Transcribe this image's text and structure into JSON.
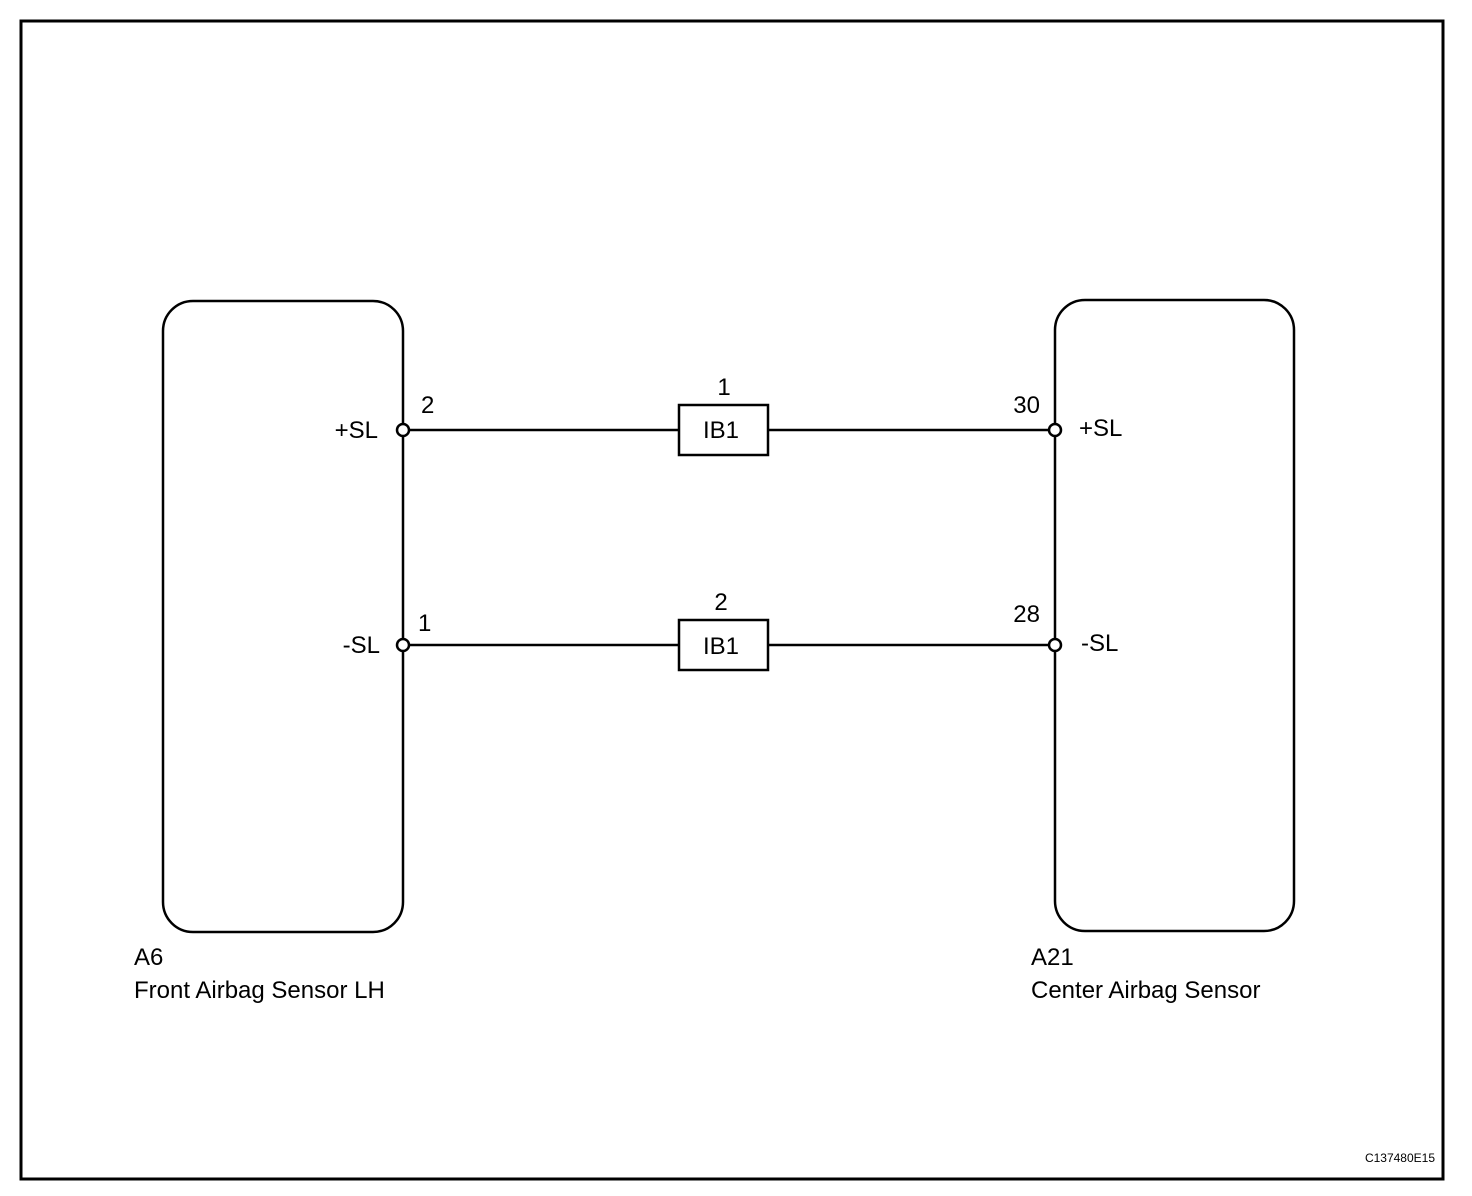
{
  "figure_id": "C137480E15",
  "left_component": {
    "code": "A6",
    "name": "Front Airbag Sensor LH",
    "terminals": [
      {
        "pin": "2",
        "signal": "+SL"
      },
      {
        "pin": "1",
        "signal": "-SL"
      }
    ]
  },
  "right_component": {
    "code": "A21",
    "name": "Center Airbag Sensor",
    "terminals": [
      {
        "pin": "30",
        "signal": "+SL"
      },
      {
        "pin": "28",
        "signal": "-SL"
      }
    ]
  },
  "connectors": [
    {
      "pin": "1",
      "name": "IB1"
    },
    {
      "pin": "2",
      "name": "IB1"
    }
  ]
}
